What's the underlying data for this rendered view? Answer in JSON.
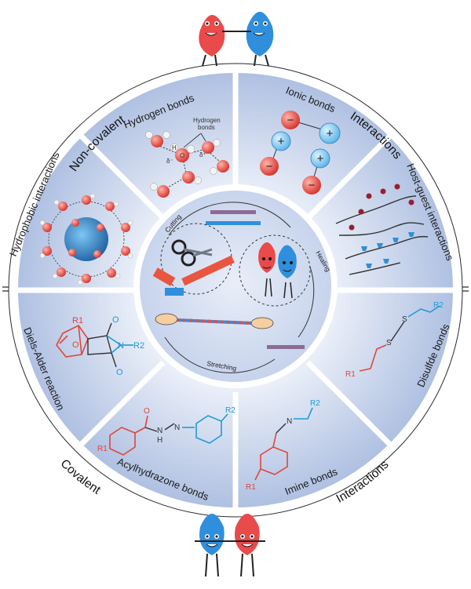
{
  "outer_labels": {
    "non_covalent": "Non-covalent",
    "interactions_top": "Interactions",
    "covalent": "Covalent",
    "interactions_bottom": "Interactions"
  },
  "segments": {
    "hydrogen_bonds": "Hydrogen bonds",
    "ionic_bonds": "Ionic bonds",
    "host_guest": "Host-guest interactions",
    "disulfide": "Disulfde bonds",
    "imine": "Imine bonds",
    "acylhydrazone": "Acylhydrazone bonds",
    "diels_alder": "Diels-Alder reaction",
    "hydrophobic": "Hydrophobic interactions"
  },
  "hydrogen_detail": {
    "annotation_line1": "Hydrogen",
    "annotation_line2": "bonds",
    "h": "H",
    "o": "O",
    "delta_minus": "δ⁻",
    "delta_plus": "δ⁺"
  },
  "ionic_detail": {
    "minus": "−",
    "plus": "+"
  },
  "center_labels": {
    "cutting": "Cutting",
    "healing": "Healing",
    "stretching": "Stretching"
  },
  "chem_labels": {
    "r1": "R1",
    "r2": "R2",
    "o": "O",
    "n": "N",
    "h": "H",
    "s": "S"
  },
  "colors": {
    "segment_light": "#eef2fa",
    "segment_dark": "#a9bcdf",
    "red": "#e0453a",
    "blue": "#1e9bd7",
    "mascot_red": "#e94a4a",
    "mascot_blue": "#2f8fdc"
  }
}
